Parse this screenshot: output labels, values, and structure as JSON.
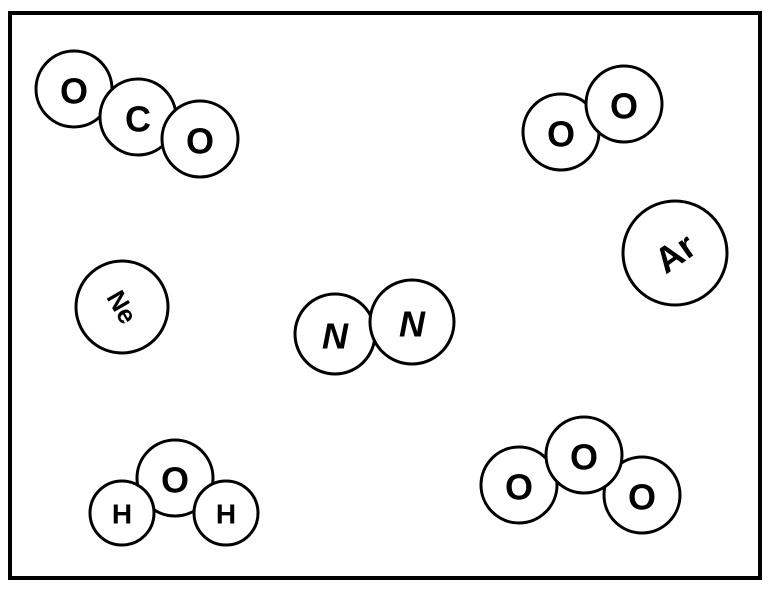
{
  "diagram": {
    "border_color": "#000000",
    "atom_fill": "#ffffff",
    "molecules": [
      {
        "formula": "CO2",
        "atoms": [
          "O",
          "C",
          "O"
        ]
      },
      {
        "formula": "O2",
        "atoms": [
          "O",
          "O"
        ]
      },
      {
        "formula": "Ar",
        "atoms": [
          "Ar"
        ]
      },
      {
        "formula": "Ne",
        "atoms": [
          "Ne"
        ]
      },
      {
        "formula": "N2",
        "atoms": [
          "N",
          "N"
        ]
      },
      {
        "formula": "H2O",
        "atoms": [
          "H",
          "O",
          "H"
        ]
      },
      {
        "formula": "O3",
        "atoms": [
          "O",
          "O",
          "O"
        ]
      }
    ]
  }
}
